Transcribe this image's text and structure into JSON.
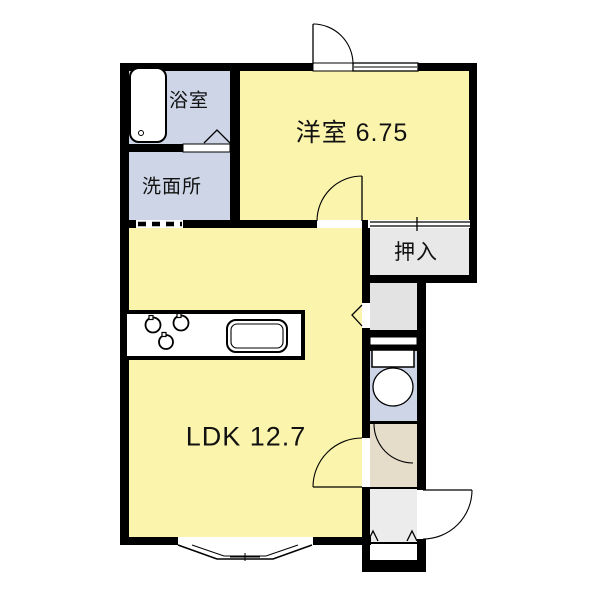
{
  "floorplan": {
    "type": "apartment-floor-plan",
    "labels": {
      "bathroom": "浴室",
      "washroom": "洗面所",
      "western_room": "洋室 6.75",
      "closet": "押入",
      "ldk": "LDK 12.7"
    },
    "colors": {
      "room_yellow": "#FBF4AC",
      "wet_blue": "#CDD5E6",
      "closet_gray": "#E8E8E8",
      "corridor_gray": "#E3E3E3",
      "hall_beige": "#E5DCCA",
      "entry_gray": "#ECECEC",
      "wall": "#000000"
    }
  }
}
